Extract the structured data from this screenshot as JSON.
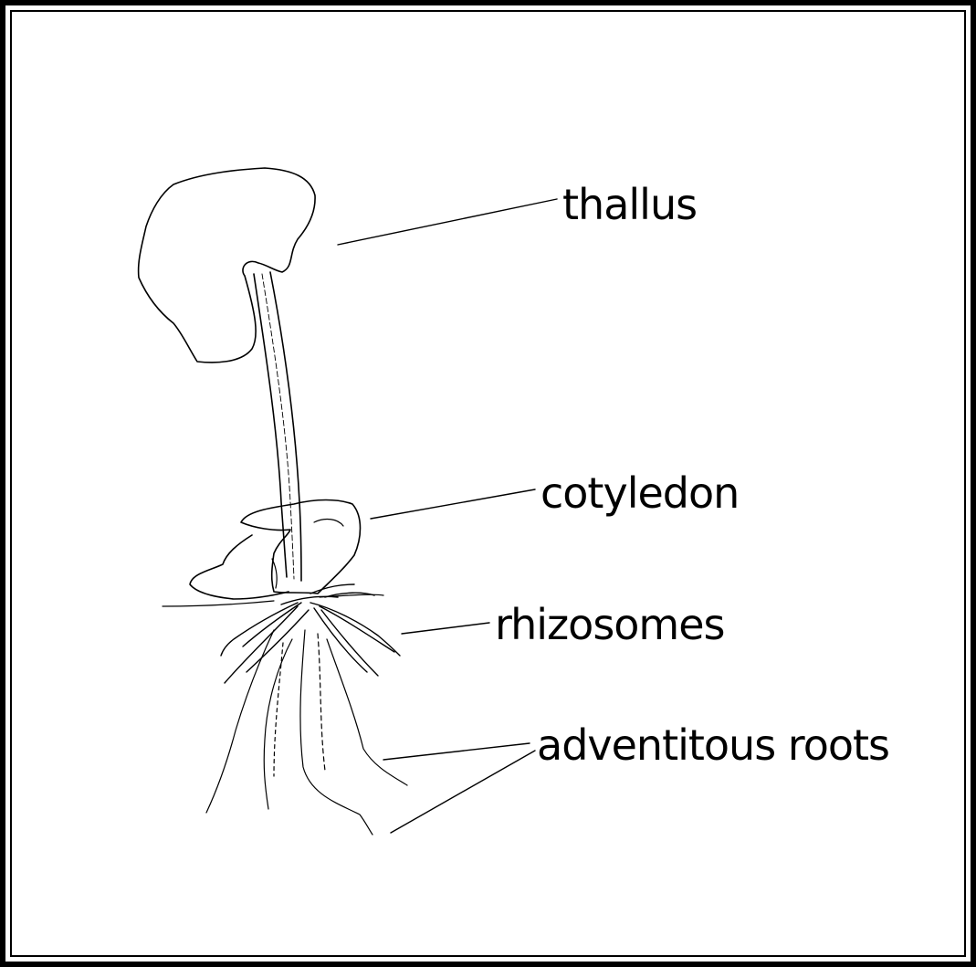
{
  "labels": {
    "thallus": "thallus",
    "cotyledon": "cotyledon",
    "rhizosomes": "rhizosomes",
    "adventitious_roots": "adventitous roots"
  }
}
